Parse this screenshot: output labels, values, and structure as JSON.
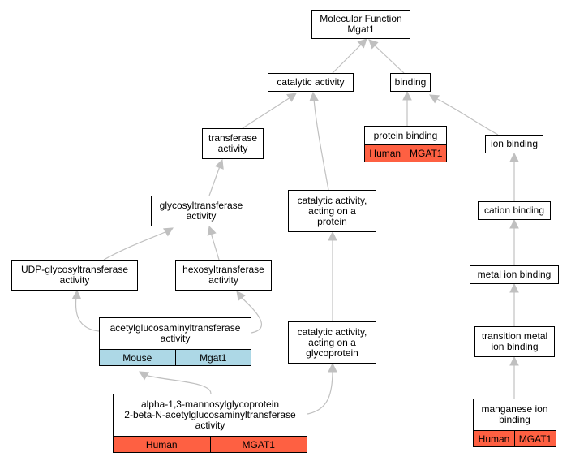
{
  "nodes": {
    "mf": {
      "lines": [
        "Molecular Function",
        "Mgat1"
      ]
    },
    "catalytic": {
      "lines": [
        "catalytic activity"
      ]
    },
    "binding": {
      "lines": [
        "binding"
      ]
    },
    "protein_binding": {
      "lines": [
        "protein binding"
      ],
      "tags": [
        "Human",
        "MGAT1"
      ],
      "tag_color": "#fe6042"
    },
    "ion_binding": {
      "lines": [
        "ion binding"
      ]
    },
    "transferase": {
      "lines": [
        "transferase",
        "activity"
      ]
    },
    "glycosyl": {
      "lines": [
        "glycosyltransferase",
        "activity"
      ]
    },
    "cat_protein": {
      "lines": [
        "catalytic activity,",
        "acting on a",
        "protein"
      ]
    },
    "cation_binding": {
      "lines": [
        "cation binding"
      ]
    },
    "udp": {
      "lines": [
        "UDP-glycosyltransferase",
        "activity"
      ]
    },
    "hexosyl": {
      "lines": [
        "hexosyltransferase",
        "activity"
      ]
    },
    "metal_ion": {
      "lines": [
        "metal ion binding"
      ]
    },
    "acetylgluco": {
      "lines": [
        "acetylglucosaminyltransferase",
        "activity"
      ],
      "tags": [
        "Mouse",
        "Mgat1"
      ],
      "tag_color": "#add8e6"
    },
    "cat_glyco": {
      "lines": [
        "catalytic activity,",
        "acting on a",
        "glycoprotein"
      ]
    },
    "transition_metal": {
      "lines": [
        "transition metal",
        "ion binding"
      ]
    },
    "alpha": {
      "lines": [
        "alpha-1,3-mannosylglycoprotein",
        "2-beta-N-acetylglucosaminyltransferase",
        "activity"
      ],
      "tags": [
        "Human",
        "MGAT1"
      ],
      "tag_color": "#fe6042"
    },
    "manganese": {
      "lines": [
        "manganese ion",
        "binding"
      ],
      "tags": [
        "Human",
        "MGAT1"
      ],
      "tag_color": "#fe6042"
    }
  },
  "edges": [
    {
      "from": "catalytic",
      "to": "mf"
    },
    {
      "from": "binding",
      "to": "mf"
    },
    {
      "from": "protein_binding",
      "to": "binding"
    },
    {
      "from": "ion_binding",
      "to": "binding"
    },
    {
      "from": "transferase",
      "to": "catalytic"
    },
    {
      "from": "cat_protein",
      "to": "catalytic"
    },
    {
      "from": "glycosyl",
      "to": "transferase"
    },
    {
      "from": "udp",
      "to": "glycosyl"
    },
    {
      "from": "hexosyl",
      "to": "glycosyl"
    },
    {
      "from": "acetylgluco",
      "to": "udp"
    },
    {
      "from": "acetylgluco",
      "to": "hexosyl"
    },
    {
      "from": "alpha",
      "to": "acetylgluco"
    },
    {
      "from": "alpha",
      "to": "cat_glyco"
    },
    {
      "from": "cat_glyco",
      "to": "cat_protein"
    },
    {
      "from": "cation_binding",
      "to": "ion_binding"
    },
    {
      "from": "metal_ion",
      "to": "cation_binding"
    },
    {
      "from": "transition_metal",
      "to": "metal_ion"
    },
    {
      "from": "manganese",
      "to": "transition_metal"
    }
  ],
  "colors": {
    "edge": "#c0c0c0",
    "border": "#000000"
  }
}
